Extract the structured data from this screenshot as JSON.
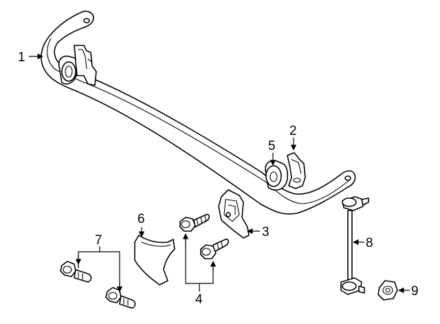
{
  "callouts": [
    {
      "id": "1",
      "text": "1",
      "part": "stabilizer-bar"
    },
    {
      "id": "2",
      "text": "2",
      "part": "bushing-bracket"
    },
    {
      "id": "3",
      "text": "3",
      "part": "bracket-plate"
    },
    {
      "id": "4",
      "text": "4",
      "part": "bracket-bolts"
    },
    {
      "id": "5",
      "text": "5",
      "part": "bushing"
    },
    {
      "id": "6",
      "text": "6",
      "part": "heat-shield"
    },
    {
      "id": "7",
      "text": "7",
      "part": "shield-bolts"
    },
    {
      "id": "8",
      "text": "8",
      "part": "stabilizer-link"
    },
    {
      "id": "9",
      "text": "9",
      "part": "link-nut"
    }
  ],
  "colors": {
    "line": "#000000",
    "background": "#ffffff",
    "shade": "#d9d9d9"
  }
}
